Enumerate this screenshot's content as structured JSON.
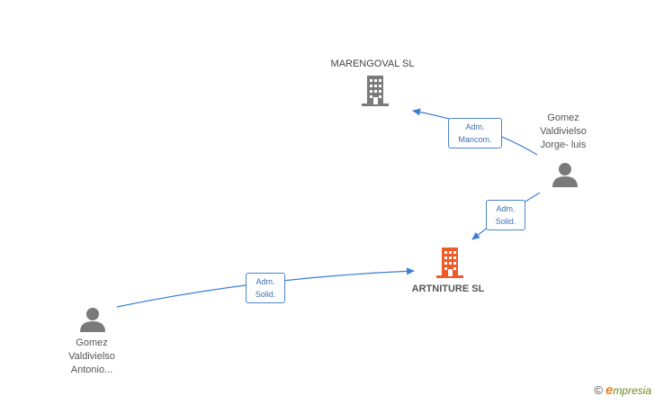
{
  "colors": {
    "edge": "#3d7fd6",
    "company_gray": "#7a7a7a",
    "company_main": "#f05a28",
    "person": "#7a7a7a"
  },
  "nodes": {
    "marengoval": {
      "label": "MARENGOVAL SL",
      "icon": "building-icon"
    },
    "artniture": {
      "label": "ARTNITURE SL",
      "icon": "building-icon"
    },
    "jorge": {
      "label": "Gomez\nValdivielso\nJorge- luis",
      "icon": "person-icon"
    },
    "antonio": {
      "label": "Gomez\nValdivielso\nAntonio...",
      "icon": "person-icon"
    }
  },
  "edges": {
    "jorge_marengoval": "Adm.\nMancom.",
    "jorge_artniture": "Adm.\nSolid.",
    "antonio_artniture": "Adm.\nSolid."
  },
  "brand": {
    "copyright": "©",
    "e": "e",
    "rest": "mpresia"
  }
}
